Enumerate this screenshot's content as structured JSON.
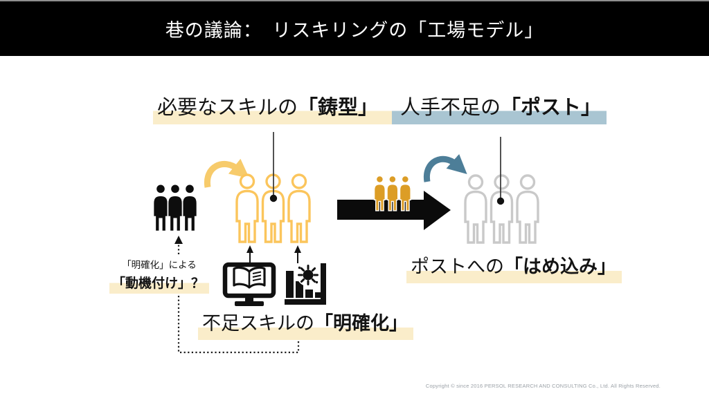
{
  "header": {
    "title": "巷の議論：　リスキリングの「工場モデル」"
  },
  "labels": {
    "mold": {
      "pre": "必要なスキルの",
      "em": "「鋳型」"
    },
    "post": {
      "pre": "人手不足の",
      "em": "「ポスト」"
    },
    "clarify": {
      "pre": "不足スキルの",
      "em": "「明確化」"
    },
    "fit": {
      "pre": "ポストへの",
      "em": "「はめ込み」"
    },
    "motivation": {
      "line1": "「明確化」による",
      "line2": "「動機付け」？"
    }
  },
  "footer": {
    "copyright": "Copyright © since 2016  PERSOL RESEARCH AND CONSULTING Co., Ltd. All Rights Reserved."
  },
  "icons": {
    "unskilled_group": "three-people-solid-black-icon",
    "mold_group": "three-people-outline-yellow-icon",
    "moving_group": "three-people-solid-orange-icon",
    "post_group": "three-people-outline-gray-icon",
    "flow_arrow": "big-right-arrow-icon",
    "cast_arrow": "yellow-curved-arrow-icon",
    "fit_arrow": "blue-curved-arrow-icon",
    "elearning": "monitor-open-book-icon",
    "gap_analysis": "bar-chart-burst-icon"
  },
  "colors": {
    "header_bg": "#000000",
    "cream_highlight": "#FAEDCA",
    "blue_highlight": "#A9C5D2",
    "yellow_arrow": "#F7CB6B",
    "yellow_people": "#FBC55C",
    "orange_people": "#DC9D26",
    "blue_arrow": "#4D7E98",
    "gray_people": "#C9C9C9"
  }
}
